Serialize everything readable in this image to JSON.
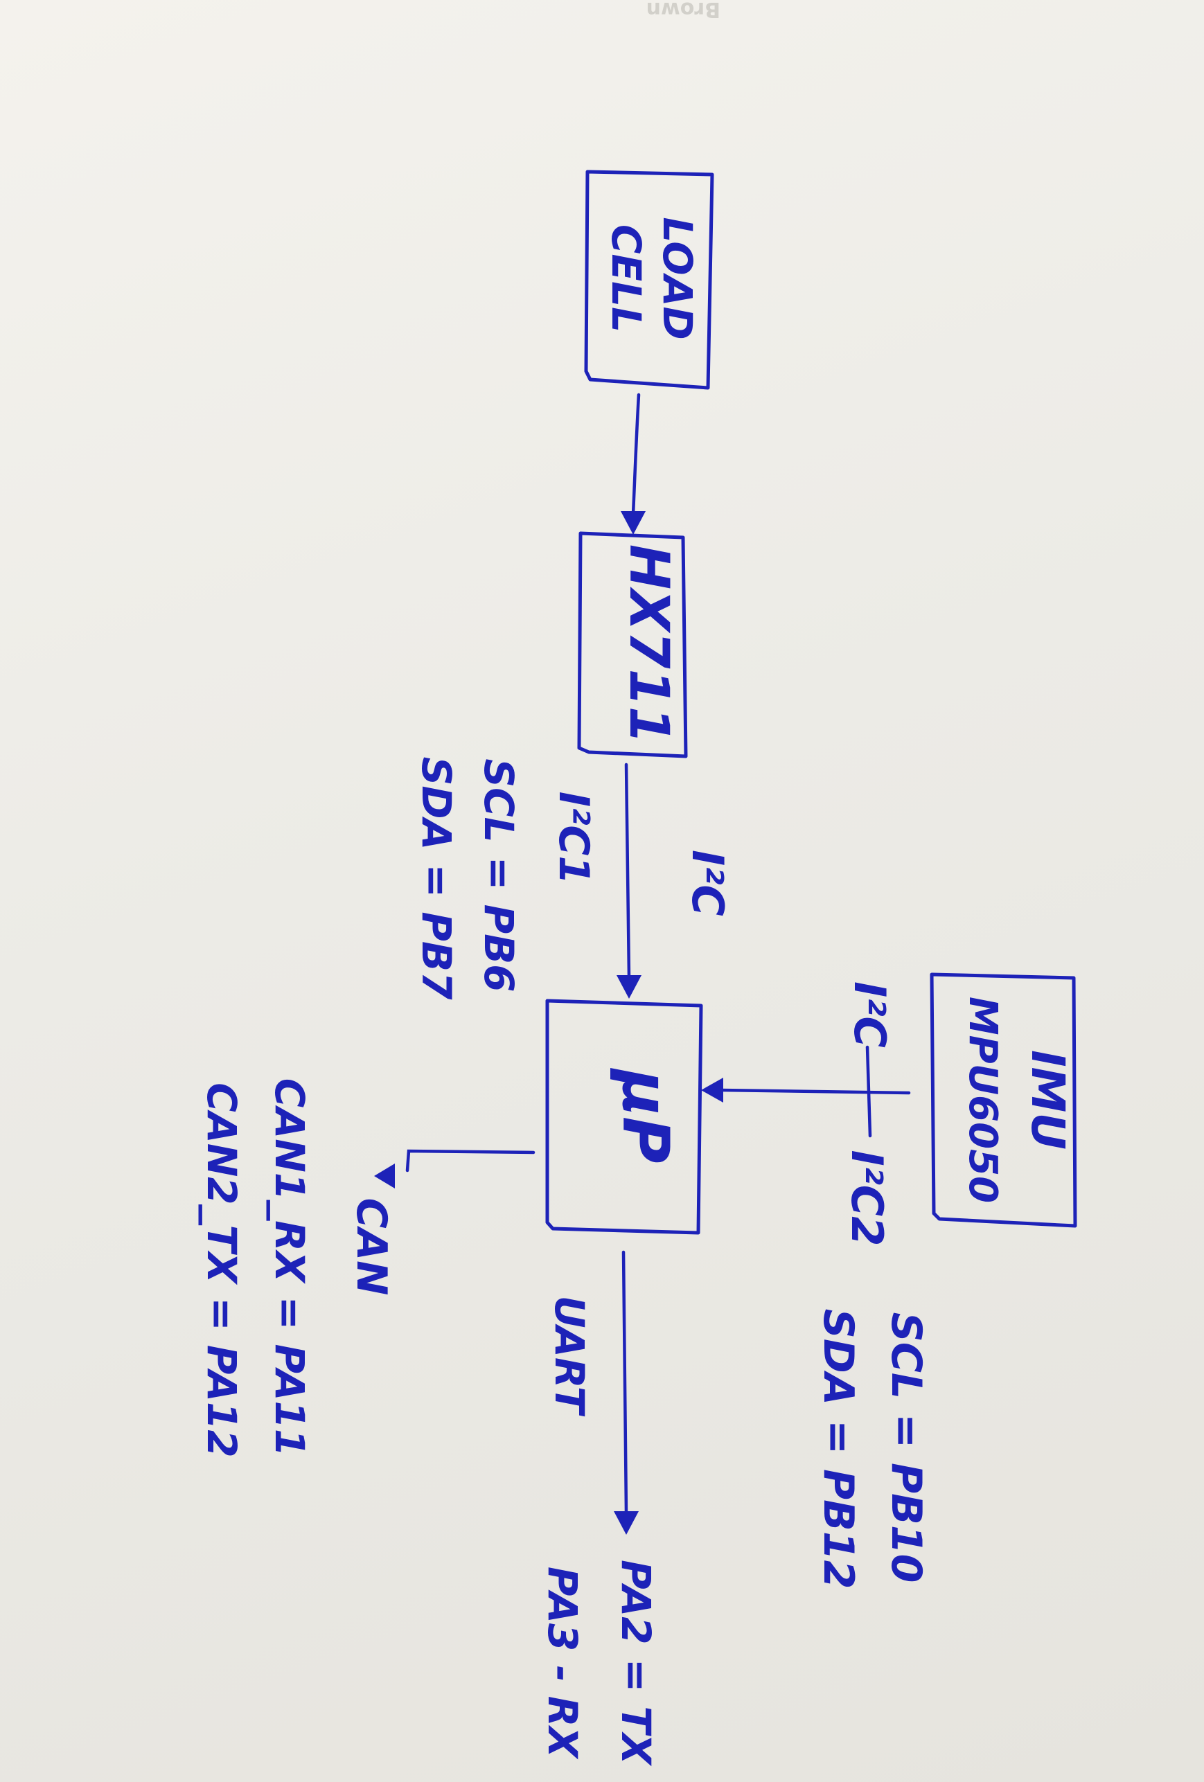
{
  "blocks": {
    "load_cell": {
      "line1": "LOAD",
      "line2": "CELL"
    },
    "hx711": {
      "label": "HX711"
    },
    "mcu": {
      "label": "μP"
    },
    "imu": {
      "line1": "IMU",
      "line2": "MPU6050"
    }
  },
  "links": {
    "hx711_to_mcu": {
      "label": "I²C"
    },
    "imu_to_mcu": {
      "label_left": "I²C",
      "label_right": "I²C2"
    },
    "mcu_to_can": {
      "label": "CAN"
    },
    "mcu_to_uart": {
      "label": "UART"
    }
  },
  "pin_notes": {
    "i2c1": {
      "title": "I²C1",
      "scl": "SCL = PB6",
      "sda": "SDA = PB7"
    },
    "i2c2": {
      "scl": "SCL = PB10",
      "sda": "SDA = PB12"
    },
    "can": {
      "rx": "CAN1_RX = PA11",
      "tx": "CAN2_TX = PA12"
    },
    "uart": {
      "tx": "PA2 = TX",
      "rx": "PA3 - RX"
    }
  },
  "colors": {
    "ink": "#1d22b8",
    "paper": "#efece6"
  }
}
